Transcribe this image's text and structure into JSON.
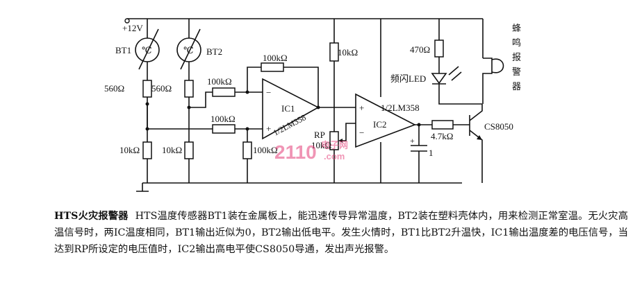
{
  "schematic": {
    "supply": "+12V",
    "sensors": {
      "bt1": "BT1",
      "bt2": "BT2",
      "symbol": "℃"
    },
    "resistors": {
      "r_560_a": "560Ω",
      "r_560_b": "560Ω",
      "r_100k_in_top": "100kΩ",
      "r_100k_in_bot": "100kΩ",
      "r_100k_fb": "100kΩ",
      "r_100k_gnd": "100kΩ",
      "r_10k_a": "10kΩ",
      "r_10k_b": "10kΩ",
      "r_10k_top": "10kΩ",
      "rp": "RP",
      "rp_value": "10kΩ",
      "r_470": "470Ω",
      "r_4k7": "4.7kΩ"
    },
    "ic1": {
      "name": "IC1",
      "part": "1/2LM358"
    },
    "ic2": {
      "name": "IC2",
      "part": "1/2LM358"
    },
    "opamp_signs": {
      "minus": "−",
      "plus": "+"
    },
    "led": "频闪LED",
    "buzzer": [
      "蜂",
      "鸣",
      "报",
      "警",
      "器"
    ],
    "capacitor": "1",
    "transistor": "CS8050",
    "watermark_a": "2110",
    "watermark_b": "电子网",
    "watermark_c": ".com"
  },
  "caption": {
    "title": "HTS火灾报警器",
    "body": "HTS温度传感器BT1装在金属板上，能迅速传导异常温度，BT2装在塑料壳体内，用来检测正常室温。无火灾高温信号时，两IC温度相同，BT1输出近似为0，BT2输出低电平。发生火情时，BT1比BT2升温快，IC1输出温度差的电压信号，当达到RP所设定的电压值时，IC2输出高电平使CS8050导通，发出声光报警。"
  }
}
